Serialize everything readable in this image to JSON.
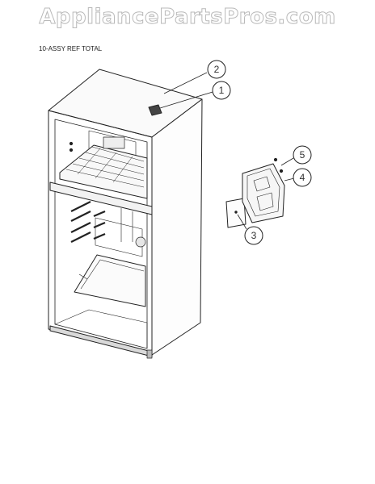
{
  "watermark": "AppliancePartsPros.com",
  "diagram_title": "10-ASSY REF TOTAL",
  "callouts": [
    {
      "number": "1"
    },
    {
      "number": "2"
    },
    {
      "number": "3"
    },
    {
      "number": "4"
    },
    {
      "number": "5"
    }
  ]
}
